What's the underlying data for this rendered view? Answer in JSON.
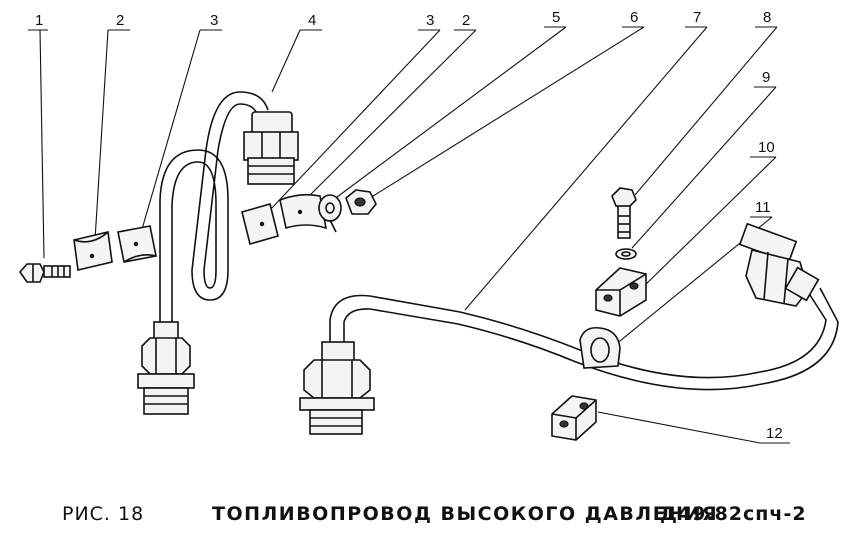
{
  "callouts": [
    "1",
    "2",
    "3",
    "4",
    "3",
    "2",
    "5",
    "6",
    "7",
    "8",
    "9",
    "10",
    "11",
    "12"
  ],
  "caption": {
    "figure": "РИС. 18",
    "title": "ТОПЛИВОПРОВОД ВЫСОКОГО ДАВЛЕНИЯ",
    "code": "Д49.82спч-2"
  }
}
